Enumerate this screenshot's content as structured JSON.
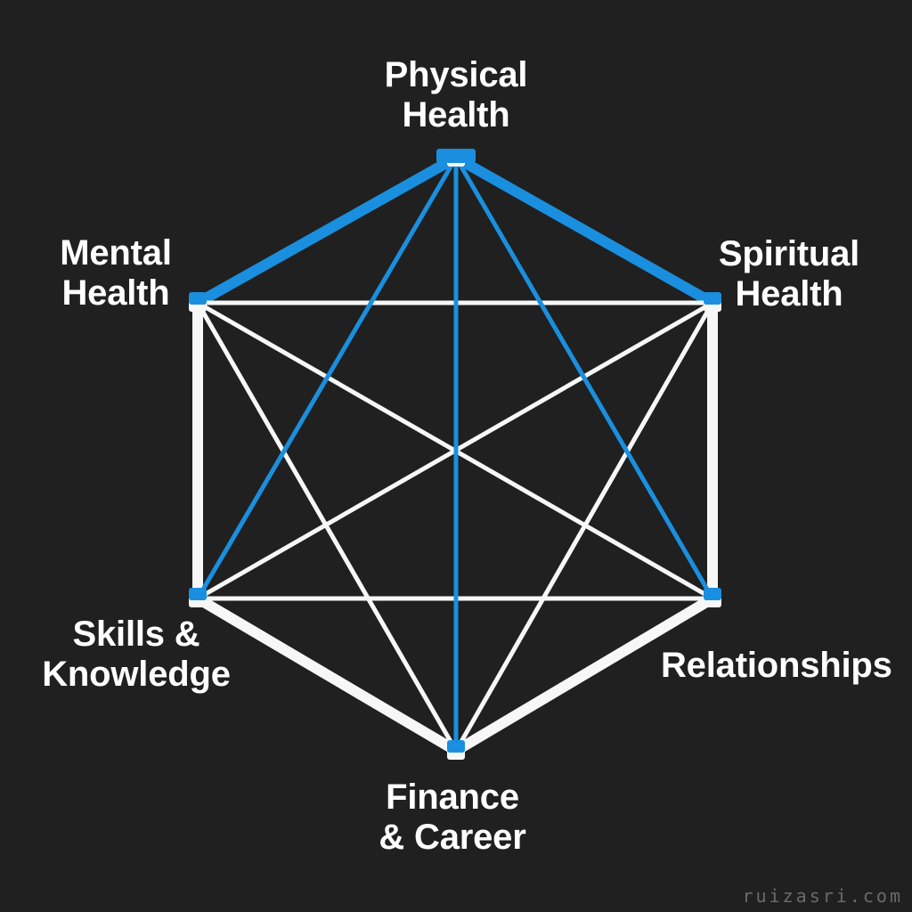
{
  "diagram": {
    "nodes": [
      {
        "id": "physical",
        "label": "Physical\nHealth"
      },
      {
        "id": "spiritual",
        "label": "Spiritual\nHealth"
      },
      {
        "id": "relationships",
        "label": "Relationships"
      },
      {
        "id": "finance",
        "label": "Finance\n& Career"
      },
      {
        "id": "skills",
        "label": "Skills &\nKnowledge"
      },
      {
        "id": "mental",
        "label": "Mental\nHealth"
      }
    ],
    "edges": [
      {
        "from": "physical",
        "to": "spiritual",
        "color": "blue"
      },
      {
        "from": "physical",
        "to": "relationships",
        "color": "blue"
      },
      {
        "from": "physical",
        "to": "finance",
        "color": "blue"
      },
      {
        "from": "physical",
        "to": "skills",
        "color": "blue"
      },
      {
        "from": "physical",
        "to": "mental",
        "color": "blue"
      },
      {
        "from": "spiritual",
        "to": "relationships",
        "color": "white"
      },
      {
        "from": "spiritual",
        "to": "finance",
        "color": "white"
      },
      {
        "from": "spiritual",
        "to": "skills",
        "color": "white"
      },
      {
        "from": "spiritual",
        "to": "mental",
        "color": "white"
      },
      {
        "from": "relationships",
        "to": "finance",
        "color": "white"
      },
      {
        "from": "relationships",
        "to": "skills",
        "color": "white"
      },
      {
        "from": "relationships",
        "to": "mental",
        "color": "white"
      },
      {
        "from": "finance",
        "to": "skills",
        "color": "white"
      },
      {
        "from": "finance",
        "to": "mental",
        "color": "white"
      },
      {
        "from": "skills",
        "to": "mental",
        "color": "white"
      }
    ]
  },
  "colors": {
    "background": "#202020",
    "blue": "#1a8fdf",
    "white": "#f7f7f7",
    "text": "#ffffff",
    "watermark": "#6a6a6a"
  },
  "watermark": "ruizasri.com"
}
